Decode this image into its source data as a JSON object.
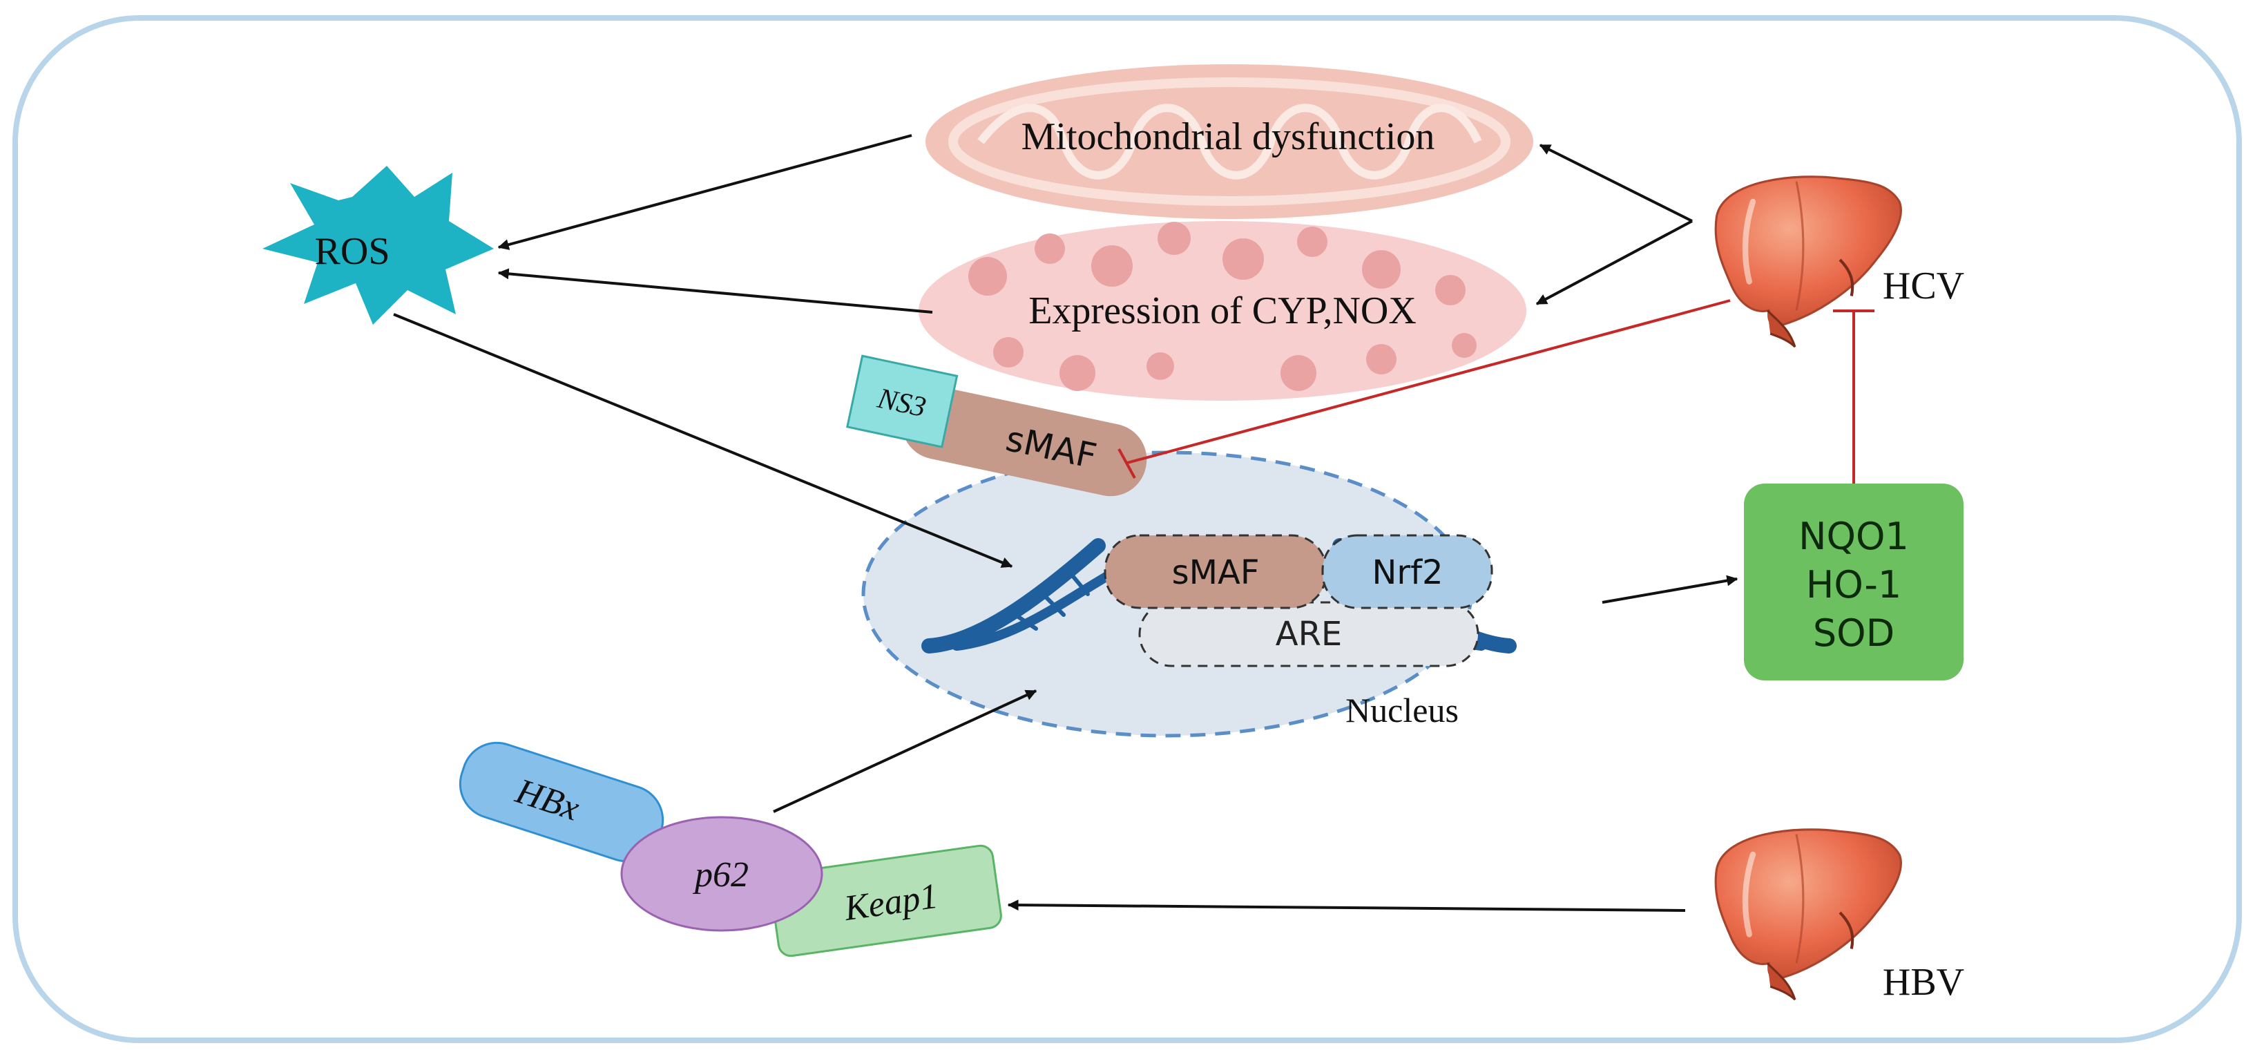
{
  "labels": {
    "ros": "ROS",
    "mito": "Mitochondrial dysfunction",
    "cyp": "Expression of CYP,NOX",
    "hcv": "HCV",
    "hbv": "HBV",
    "ns3": "NS3",
    "smaf_free": "sMAF",
    "smaf_bound": "sMAF",
    "nrf2": "Nrf2",
    "are": "ARE",
    "nucleus": "Nucleus",
    "genes": [
      "NQO1",
      "HO-1",
      "SOD"
    ],
    "hbx": "HBx",
    "p62": "p62",
    "keap1": "Keap1"
  },
  "colors": {
    "frame": "#b9d5ea",
    "ros": "#1db3c4",
    "mito": "#f2c4b9",
    "cyp": "#f7cfcf",
    "dna": "#1f5f9e",
    "nucleus_fill": "#dde6ee",
    "nucleus_border": "#5b8ec7",
    "smaf": "#c59a8b",
    "nrf2": "#a9cbe5",
    "are": "#e3e6ea",
    "genes_box": "#6cc05f",
    "ns3": "#8ee0de",
    "hbx": "#86bfea",
    "p62": "#c8a5d6",
    "keap1": "#b4e0b8",
    "liver": "#e9694a",
    "inhibit": "#c62828",
    "arrow": "#111111"
  },
  "icons": [
    "ros-burst-icon",
    "mitochondrion-icon",
    "cyp-cell-icon",
    "liver-icon-hcv",
    "liver-icon-hbv",
    "dna-helix-icon"
  ]
}
